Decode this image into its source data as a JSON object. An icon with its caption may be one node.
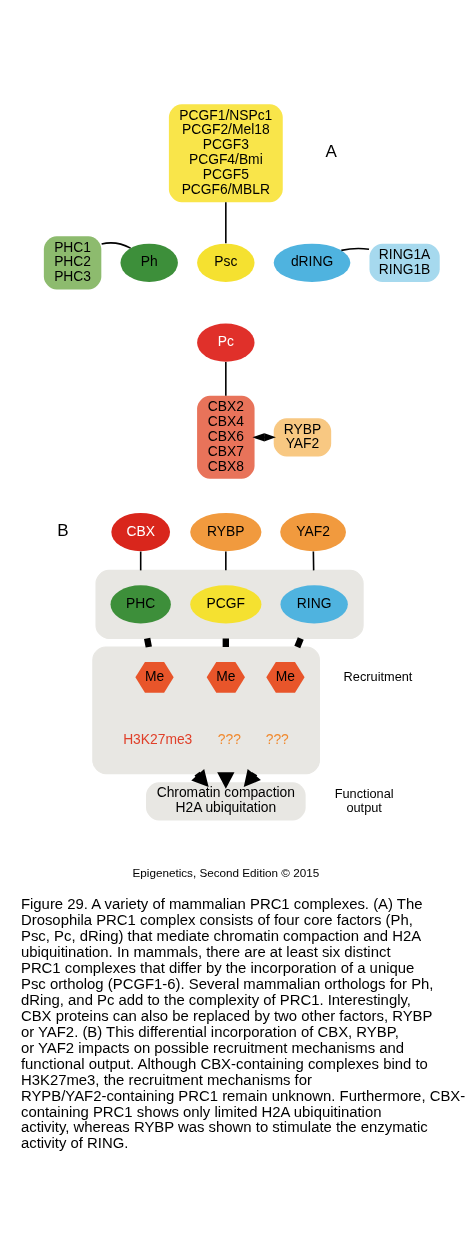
{
  "diagram": {
    "caption": "Figure 29. A variety of mammalian PRC1 complexes. (A) The Drosophila PRC1 complex consists of four core factors (Ph, Psc, Pc, dRing) that mediate chromatin compaction and H2A ubiquitination. In mammals, there are at least six distinct PRC1 complexes that differ by the incorporation of a unique Psc ortholog (PCGF1-6). Several mammalian orthologs for Ph, dRing, and Pc add to the complexity of PRC1. Interestingly, CBX proteins can also be replaced by two other factors, RYBP or YAF2. (B) This differential incorporation of CBX, RYBP, or YAF2 impacts on possible recruitment mechanisms and functional output. Although CBX-containing complexes bind to H3K27me3, the recruitment mechanisms for RYPB/YAF2-containing PRC1 remain unknown. Furthermore, CBX-containing PRC1 shows only limited H2A ubiquitination activity, whereas RYBP was shown to stimulate the enzymatic activity of RING.",
    "nodes": [
      {
        "text": [
          "PCGF1/NSPc1 PCGF2/Mel18 PCGF3 PCGF4/Bmi PCGF5 PCGF6/MBLR"
        ]
      },
      {
        "text": [
          "PHC1 PHC2 PHC3"
        ]
      },
      {
        "text": [
          "Psc"
        ]
      },
      {
        "text": [
          "Ph"
        ]
      },
      {
        "text": [
          "dRING"
        ]
      },
      {
        "text": [
          "Pc"
        ]
      },
      {
        "text": [
          "RING1A RING1B"
        ]
      },
      {
        "text": [
          "CBX2 CBX4 CBX6 CBX7 CBX8"
        ]
      },
      {
        "text": [
          "RYBP YAF2"
        ]
      },
      {
        "text": [
          "CBX"
        ]
      },
      {
        "text": [
          "RYBP"
        ]
      },
      {
        "text": [
          "YAF2"
        ]
      },
      {
        "text": [],
        "shape": "box"
      },
      {
        "text": [
          "PHC"
        ],
        "in": 12
      },
      {
        "text": [
          "PCGF"
        ],
        "in": 12
      },
      {
        "text": [
          "RING"
        ],
        "in": 12
      },
      {
        "text": [
          "H3K27me3",
          "???",
          "???"
        ],
        "beside": [
          "Recruitment"
        ]
      },
      {
        "text": [
          "Me"
        ],
        "in": 16
      },
      {
        "text": [
          "Me"
        ],
        "in": 16
      },
      {
        "text": [
          "Me"
        ],
        "in": 16
      },
      {
        "text": [
          "Chromatin compaction",
          "H2A ubiquitation"
        ],
        "beside": [
          "Functional output"
        ]
      }
    ],
    "edges": [
      {
        "from": 0,
        "to": 2,
        "arrow": "none"
      },
      {
        "from": 1,
        "to": 3,
        "arrow": "none"
      },
      {
        "from": 4,
        "to": 6,
        "arrow": "none"
      },
      {
        "from": 5,
        "to": 7,
        "arrow": "none"
      },
      {
        "from": 7,
        "to": 8,
        "arrow": "both"
      },
      {
        "from": 9,
        "to": 12,
        "arrow": "none"
      },
      {
        "from": 10,
        "to": 12,
        "arrow": "none"
      },
      {
        "from": 11,
        "to": 12,
        "arrow": "none"
      },
      {
        "from": 12,
        "to": 16,
        "arrow": "none",
        "style": "thick"
      },
      {
        "from": 12,
        "to": 16,
        "arrow": "none",
        "style": "thick"
      },
      {
        "from": 12,
        "to": 16,
        "arrow": "none",
        "style": "thick"
      },
      {
        "from": 16,
        "to": 20,
        "arrow": "to",
        "style": "thick"
      },
      {
        "from": 16,
        "to": 20,
        "arrow": "to",
        "style": "thick"
      },
      {
        "from": 16,
        "to": 20,
        "arrow": "to",
        "style": "thick"
      }
    ],
    "labels": [
      "A",
      "B",
      "Epigenetics, Second Edition © 2015"
    ]
  }
}
